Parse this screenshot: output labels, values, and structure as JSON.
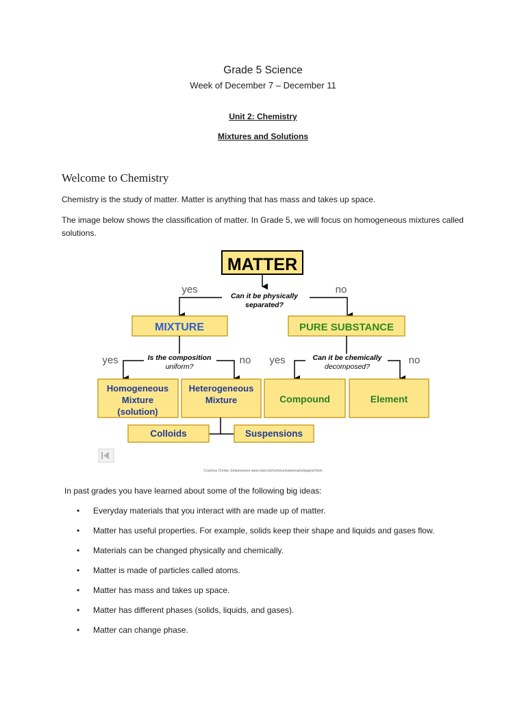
{
  "header": {
    "title": "Grade 5 Science",
    "subtitle": "Week of December 7 – December 11",
    "unit": "Unit 2: Chemistry",
    "topic": "Mixtures and Solutions"
  },
  "section": {
    "heading": "Welcome to Chemistry",
    "para1": "Chemistry is the study of matter.  Matter is anything that has mass and takes up space.",
    "para2": "The image below shows the classification of matter.  In Grade 5, we will focus on homogeneous mixtures called solutions."
  },
  "diagram": {
    "matter": "MATTER",
    "yes1": "yes",
    "no1": "no",
    "q1_line1": "Can it be physically",
    "q1_line2": "separated?",
    "mixture": "MIXTURE",
    "pure": "PURE SUBSTANCE",
    "yes2": "yes",
    "q2_line1": "Is the composition",
    "q2_line2": "uniform?",
    "no2": "no",
    "yes3": "yes",
    "q3_line1": "Can it be chemically",
    "q3_line2": "decomposed?",
    "no3": "no",
    "homog_l1": "Homogeneous",
    "homog_l2": "Mixture",
    "homog_l3": "(solution)",
    "hetero_l1": "Heterogeneous",
    "hetero_l2": "Mixture",
    "compound": "Compound",
    "element": "Element",
    "colloids": "Colloids",
    "suspensions": "Suspensions",
    "credit": "Courtesy Christy Johannesson www.nisd.net/communicationsarts/pages/chem",
    "colors": {
      "box_fill": "#fde68a",
      "box_stroke": "#c9a227",
      "mixture_text": "#2f5fd0",
      "pure_text": "#2e8b1f",
      "blue_text": "#1f3a93",
      "green_text": "#2e7d1e"
    }
  },
  "ideas": {
    "intro": "In past grades you have learned about some of the following big ideas:",
    "items": [
      "Everyday materials that you interact with are made up of matter.",
      "Matter has useful properties. For example, solids keep their shape and liquids and gases flow.",
      "Materials can be changed physically and chemically.",
      "Matter is made of particles called atoms.",
      "Matter has mass and takes up space.",
      "Matter has different phases (solids, liquids, and gases).",
      "Matter can change phase."
    ]
  }
}
